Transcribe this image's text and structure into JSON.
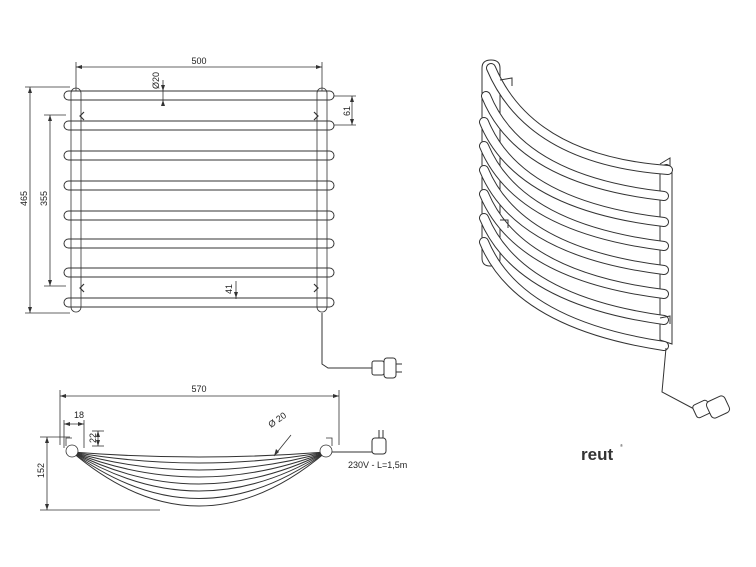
{
  "front_view": {
    "width_label": "500",
    "tube_diameter_label": "Ø20",
    "spacing_label": "61",
    "height_label": "465",
    "inner_height_label": "355",
    "gap_label": "41"
  },
  "top_view": {
    "width_label": "570",
    "offset_x_label": "18",
    "offset_y_label": "22",
    "depth_label": "152",
    "tube_diameter_label": "Ø 20",
    "cable_label": "230V - L=1,5m"
  },
  "brand": {
    "logo_text": "reut",
    "logo_mark": "®"
  }
}
